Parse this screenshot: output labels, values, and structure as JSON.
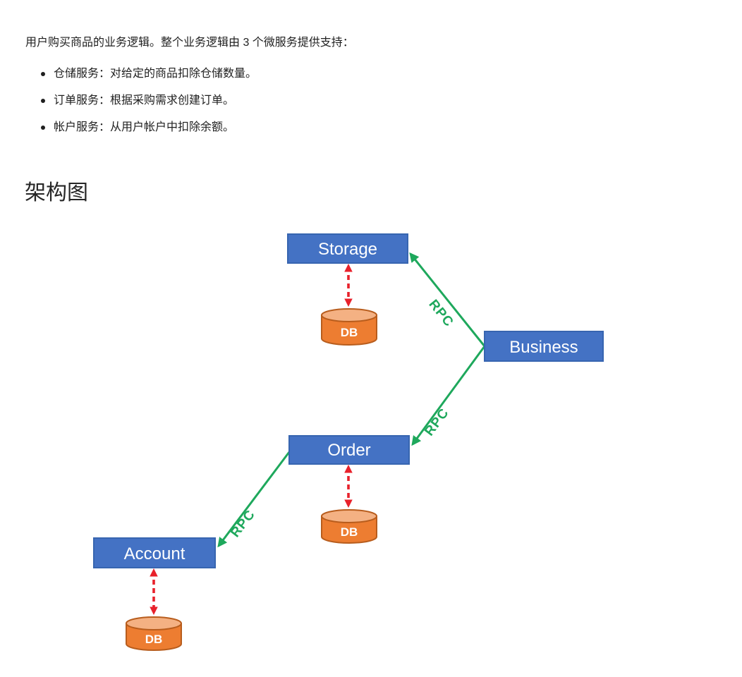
{
  "page": {
    "intro": "用户购买商品的业务逻辑。整个业务逻辑由 3 个微服务提供支持：",
    "bullets": [
      "仓储服务：对给定的商品扣除仓储数量。",
      "订单服务：根据采购需求创建订单。",
      "帐户服务：从用户帐户中扣除余额。"
    ],
    "heading": "架构图"
  },
  "diagram": {
    "nodes": [
      {
        "id": "storage",
        "label": "Storage"
      },
      {
        "id": "business",
        "label": "Business"
      },
      {
        "id": "order",
        "label": "Order"
      },
      {
        "id": "account",
        "label": "Account"
      }
    ],
    "databases": [
      {
        "attached_to": "storage",
        "label": "DB"
      },
      {
        "attached_to": "order",
        "label": "DB"
      },
      {
        "attached_to": "account",
        "label": "DB"
      }
    ],
    "edges": [
      {
        "from": "business",
        "to": "storage",
        "label": "RPC",
        "type": "rpc-call"
      },
      {
        "from": "business",
        "to": "order",
        "label": "RPC",
        "type": "rpc-call"
      },
      {
        "from": "order",
        "to": "account",
        "label": "RPC",
        "type": "rpc-call"
      },
      {
        "from": "storage",
        "to": "storage-db",
        "type": "db-link"
      },
      {
        "from": "order",
        "to": "order-db",
        "type": "db-link"
      },
      {
        "from": "account",
        "to": "account-db",
        "type": "db-link"
      }
    ],
    "colors": {
      "node_fill": "#4472C4",
      "node_border": "#3765B0",
      "node_text": "#ffffff",
      "rpc_green": "#1EA85C",
      "db_arrow_red": "#E8212B",
      "cylinder_fill": "#ED7D31",
      "cylinder_top": "#F4B183",
      "cylinder_border": "#B85D1D"
    }
  }
}
